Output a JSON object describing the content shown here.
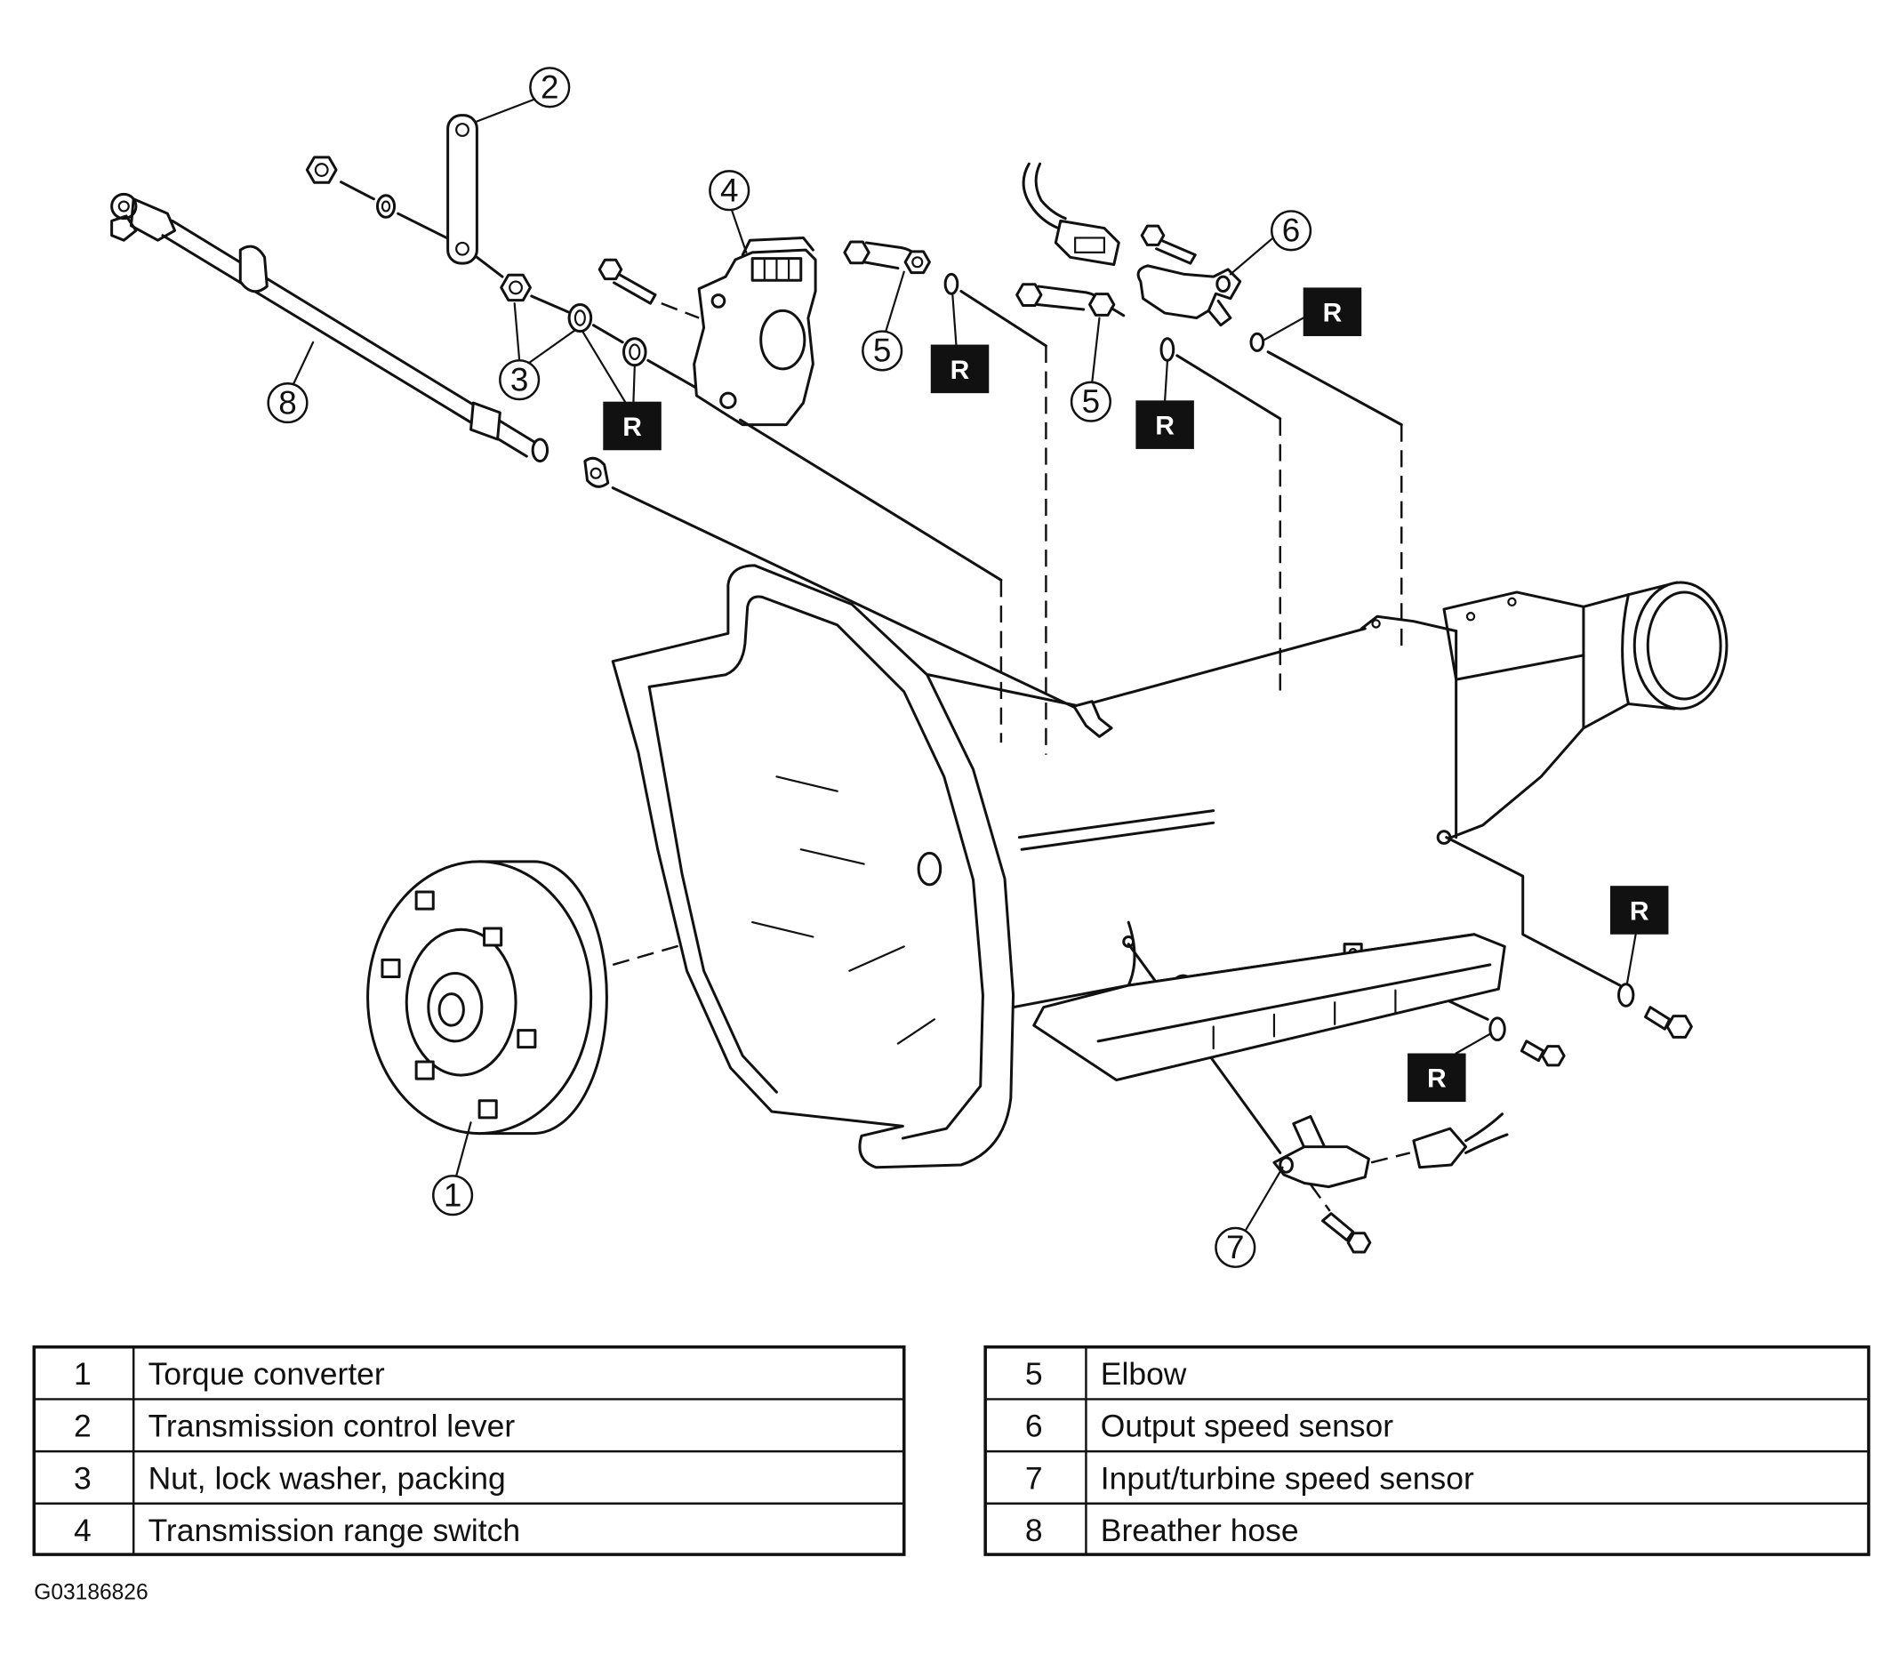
{
  "diagram": {
    "callouts": {
      "torque_converter": "1",
      "control_lever": "2",
      "nut_lock_washer_packing": "3",
      "range_switch": "4",
      "elbow_upper": "5",
      "elbow_lower": "5",
      "output_speed_sensor": "6",
      "input_turbine_speed_sensor": "7",
      "breather_hose": "8"
    },
    "replace_marker": "R"
  },
  "legend": {
    "left": [
      {
        "num": "1",
        "desc": "Torque converter"
      },
      {
        "num": "2",
        "desc": "Transmission control lever"
      },
      {
        "num": "3",
        "desc": "Nut, lock washer, packing"
      },
      {
        "num": "4",
        "desc": "Transmission range switch"
      }
    ],
    "right": [
      {
        "num": "5",
        "desc": "Elbow"
      },
      {
        "num": "6",
        "desc": "Output speed sensor"
      },
      {
        "num": "7",
        "desc": "Input/turbine speed sensor"
      },
      {
        "num": "8",
        "desc": "Breather hose"
      }
    ]
  },
  "figure_code": "G03186826"
}
